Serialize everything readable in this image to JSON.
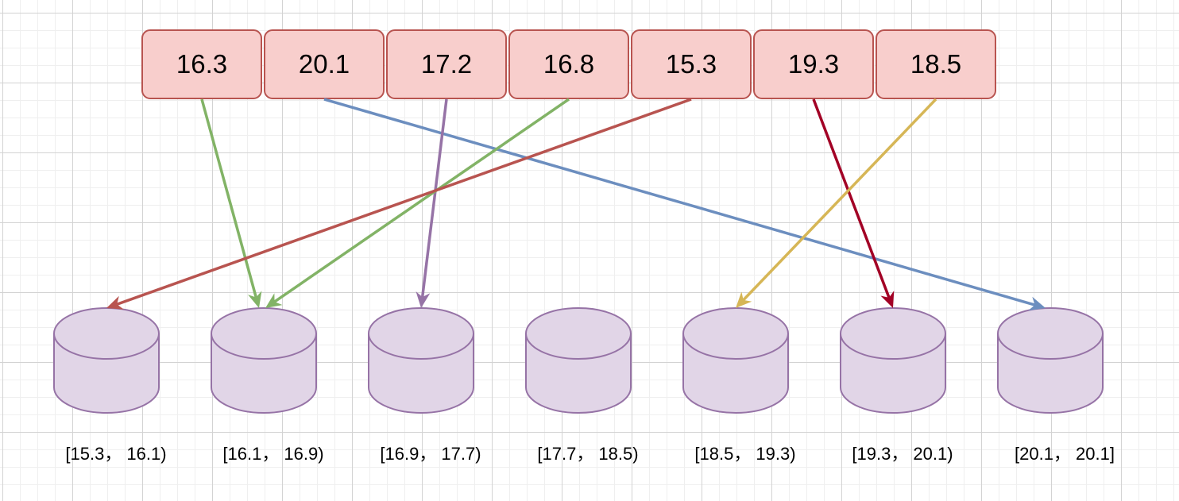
{
  "values": [
    {
      "label": "16.3",
      "bucket": 1,
      "color": "#82b366"
    },
    {
      "label": "20.1",
      "bucket": 6,
      "color": "#6c8ebf"
    },
    {
      "label": "17.2",
      "bucket": 2,
      "color": "#9673a6"
    },
    {
      "label": "16.8",
      "bucket": 1,
      "color": "#82b366"
    },
    {
      "label": "15.3",
      "bucket": 0,
      "color": "#b85450"
    },
    {
      "label": "19.3",
      "bucket": 5,
      "color": "#a20025"
    },
    {
      "label": "18.5",
      "bucket": 4,
      "color": "#d6b656"
    }
  ],
  "buckets": [
    {
      "label": "[15.3， 16.1)"
    },
    {
      "label": "[16.1， 16.9)"
    },
    {
      "label": "[16.9， 17.7)"
    },
    {
      "label": "[17.7， 18.5)"
    },
    {
      "label": "[18.5， 19.3)"
    },
    {
      "label": "[19.3， 20.1)"
    },
    {
      "label": "[20.1， 20.1]"
    }
  ],
  "colors": {
    "value_fill": "#f8cecc",
    "value_stroke": "#b85450",
    "bucket_fill": "#e1d5e7",
    "bucket_stroke": "#9673a6"
  }
}
